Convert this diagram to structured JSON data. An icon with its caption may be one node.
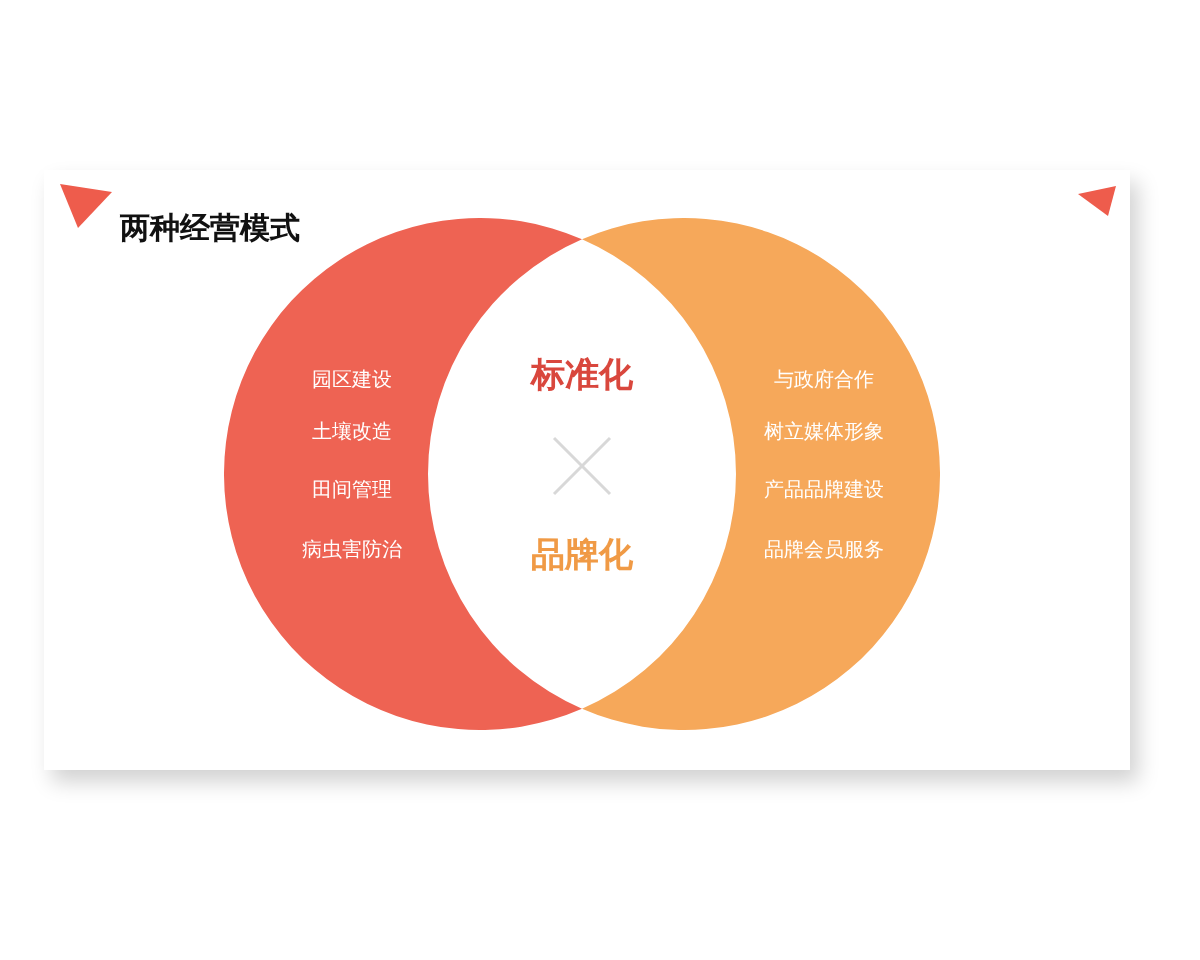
{
  "diagram": {
    "title": "两种经营模式",
    "nodes": [
      {
        "text": [
          "园区建设",
          "土壤改造",
          "田间管理",
          "病虫害防治"
        ]
      },
      {
        "text": [
          "与政府合作",
          "树立媒体形象",
          "产品品牌建设",
          "品牌会员服务"
        ]
      }
    ],
    "labels": [
      "标准化",
      "品牌化"
    ]
  }
}
